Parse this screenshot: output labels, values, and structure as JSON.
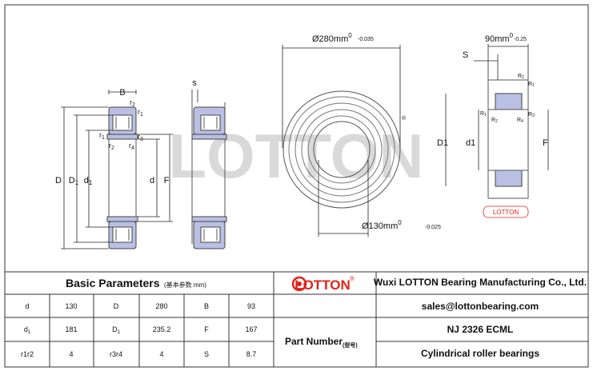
{
  "drawing": {
    "label_B": "B",
    "label_s": "s",
    "label_r2": "r",
    "sub_2": "2",
    "label_r1": "r",
    "sub_1": "1",
    "label_r3": "r",
    "sub_3": "3",
    "label_r4": "r",
    "sub_4": "4",
    "label_D": "D",
    "label_D1": "D",
    "label_d1": "d",
    "label_d": "d",
    "label_F": "F",
    "outer_dim": "Ø280mm",
    "outer_tol_upper": "0",
    "outer_tol_lower": "-0.035",
    "inner_dim": "Ø130mm",
    "inner_tol_upper": "0",
    "inner_tol_lower": "-0.025",
    "width_dim": "90mm",
    "width_tol_upper": "0",
    "width_tol_lower": "-0.25",
    "label_S": "S",
    "label_D1_right": "D1",
    "label_d1_right": "d1",
    "label_F_right": "F",
    "right_R2": "R",
    "right_R1": "R",
    "right_R3": "R",
    "right_R4": "R",
    "right_r2": "R",
    "right_badge": "LOTTON",
    "watermark": "LOTTON"
  },
  "table": {
    "title": "Basic Parameters",
    "title_note": "(基本参数 mm)",
    "rows": [
      [
        {
          "main": "d",
          "sub": ""
        },
        {
          "main": "130",
          "sub": ""
        },
        {
          "main": "D",
          "sub": ""
        },
        {
          "main": "280",
          "sub": ""
        },
        {
          "main": "B",
          "sub": ""
        },
        {
          "main": "93",
          "sub": ""
        }
      ],
      [
        {
          "main": "d",
          "sub": "1"
        },
        {
          "main": "181",
          "sub": ""
        },
        {
          "main": "D",
          "sub": "1"
        },
        {
          "main": "235.2",
          "sub": ""
        },
        {
          "main": "F",
          "sub": ""
        },
        {
          "main": "167",
          "sub": ""
        }
      ],
      [
        {
          "main": "r1r2",
          "sub": ""
        },
        {
          "main": "4",
          "sub": ""
        },
        {
          "main": "r3r4",
          "sub": ""
        },
        {
          "main": "4",
          "sub": ""
        },
        {
          "main": "S",
          "sub": ""
        },
        {
          "main": "8.7",
          "sub": ""
        }
      ]
    ]
  },
  "brand": {
    "logo_text": "LOTTON",
    "registered": "®",
    "company": "Wuxi LOTTON Bearing Manufacturing Co., Ltd.",
    "email": "sales@lottonbearing.com",
    "part_number_label": "Part Number",
    "part_number_note": "(型号)",
    "part_number": "NJ 2326 ECML",
    "bearing_type": "Cylindrical roller bearings"
  },
  "colors": {
    "roller_fill": "#b9c0e3",
    "logo_red": "#e2231a",
    "watermark": "#d9d9d9"
  }
}
